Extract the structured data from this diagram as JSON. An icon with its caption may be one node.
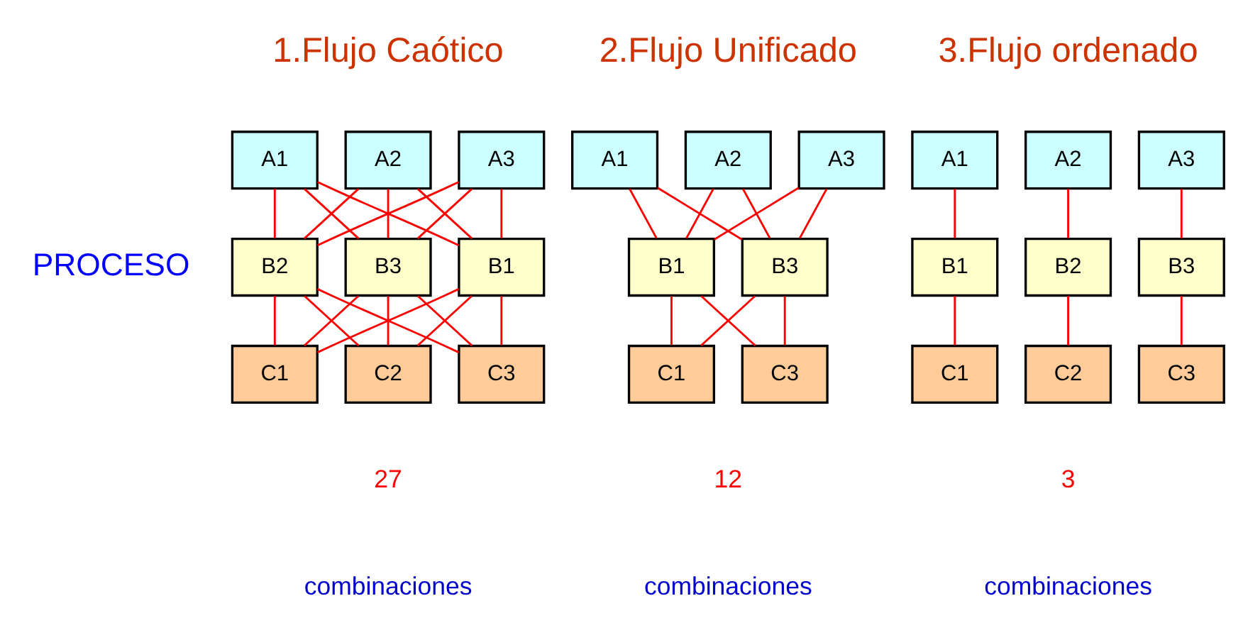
{
  "diagram": {
    "nodes": [
      {
        "text": [
          "A1"
        ]
      },
      {
        "text": [
          "A2"
        ]
      },
      {
        "text": [
          "A3"
        ]
      },
      {
        "text": [
          "B1"
        ]
      },
      {
        "text": [
          "B2"
        ]
      },
      {
        "text": [
          "B3"
        ]
      },
      {
        "text": [
          "C1"
        ]
      },
      {
        "text": [
          "C2"
        ]
      },
      {
        "text": [
          "C3"
        ]
      },
      {
        "text": [
          "A1"
        ]
      },
      {
        "text": [
          "A2"
        ]
      },
      {
        "text": [
          "A3"
        ]
      },
      {
        "text": [
          "B1"
        ]
      },
      {
        "text": [
          "B3"
        ]
      },
      {
        "text": [
          "C1"
        ]
      },
      {
        "text": [
          "C3"
        ]
      },
      {
        "text": [
          "A1"
        ]
      },
      {
        "text": [
          "A2"
        ]
      },
      {
        "text": [
          "A3"
        ]
      },
      {
        "text": [
          "B1"
        ]
      },
      {
        "text": [
          "B2"
        ]
      },
      {
        "text": [
          "B3"
        ]
      },
      {
        "text": [
          "C1"
        ]
      },
      {
        "text": [
          "C2"
        ]
      },
      {
        "text": [
          "C3"
        ]
      }
    ],
    "edges": [
      {
        "from": 0,
        "to": 3,
        "arrow": "none"
      },
      {
        "from": 0,
        "to": 4,
        "arrow": "none"
      },
      {
        "from": 0,
        "to": 5,
        "arrow": "none"
      },
      {
        "from": 1,
        "to": 3,
        "arrow": "none"
      },
      {
        "from": 1,
        "to": 4,
        "arrow": "none"
      },
      {
        "from": 1,
        "to": 5,
        "arrow": "none"
      },
      {
        "from": 2,
        "to": 3,
        "arrow": "none"
      },
      {
        "from": 2,
        "to": 4,
        "arrow": "none"
      },
      {
        "from": 2,
        "to": 5,
        "arrow": "none"
      },
      {
        "from": 3,
        "to": 6,
        "arrow": "none"
      },
      {
        "from": 3,
        "to": 7,
        "arrow": "none"
      },
      {
        "from": 3,
        "to": 8,
        "arrow": "none"
      },
      {
        "from": 4,
        "to": 6,
        "arrow": "none"
      },
      {
        "from": 4,
        "to": 7,
        "arrow": "none"
      },
      {
        "from": 4,
        "to": 8,
        "arrow": "none"
      },
      {
        "from": 5,
        "to": 6,
        "arrow": "none"
      },
      {
        "from": 5,
        "to": 7,
        "arrow": "none"
      },
      {
        "from": 5,
        "to": 8,
        "arrow": "none"
      },
      {
        "from": 9,
        "to": 12,
        "arrow": "none"
      },
      {
        "from": 9,
        "to": 13,
        "arrow": "none"
      },
      {
        "from": 10,
        "to": 12,
        "arrow": "none"
      },
      {
        "from": 10,
        "to": 13,
        "arrow": "none"
      },
      {
        "from": 11,
        "to": 12,
        "arrow": "none"
      },
      {
        "from": 11,
        "to": 13,
        "arrow": "none"
      },
      {
        "from": 12,
        "to": 14,
        "arrow": "none"
      },
      {
        "from": 12,
        "to": 15,
        "arrow": "none"
      },
      {
        "from": 13,
        "to": 14,
        "arrow": "none"
      },
      {
        "from": 13,
        "to": 15,
        "arrow": "none"
      },
      {
        "from": 16,
        "to": 19,
        "arrow": "none"
      },
      {
        "from": 17,
        "to": 20,
        "arrow": "none"
      },
      {
        "from": 18,
        "to": 21,
        "arrow": "none"
      },
      {
        "from": 19,
        "to": 22,
        "arrow": "none"
      },
      {
        "from": 20,
        "to": 23,
        "arrow": "none"
      },
      {
        "from": 21,
        "to": 24,
        "arrow": "none"
      }
    ],
    "labels": [
      "1.Flujo Caótico",
      "2.Flujo Unificado",
      "3.Flujo ordenado",
      "PROCESO",
      "27",
      "combinaciones",
      "12",
      "combinaciones",
      "3",
      "combinaciones"
    ]
  }
}
